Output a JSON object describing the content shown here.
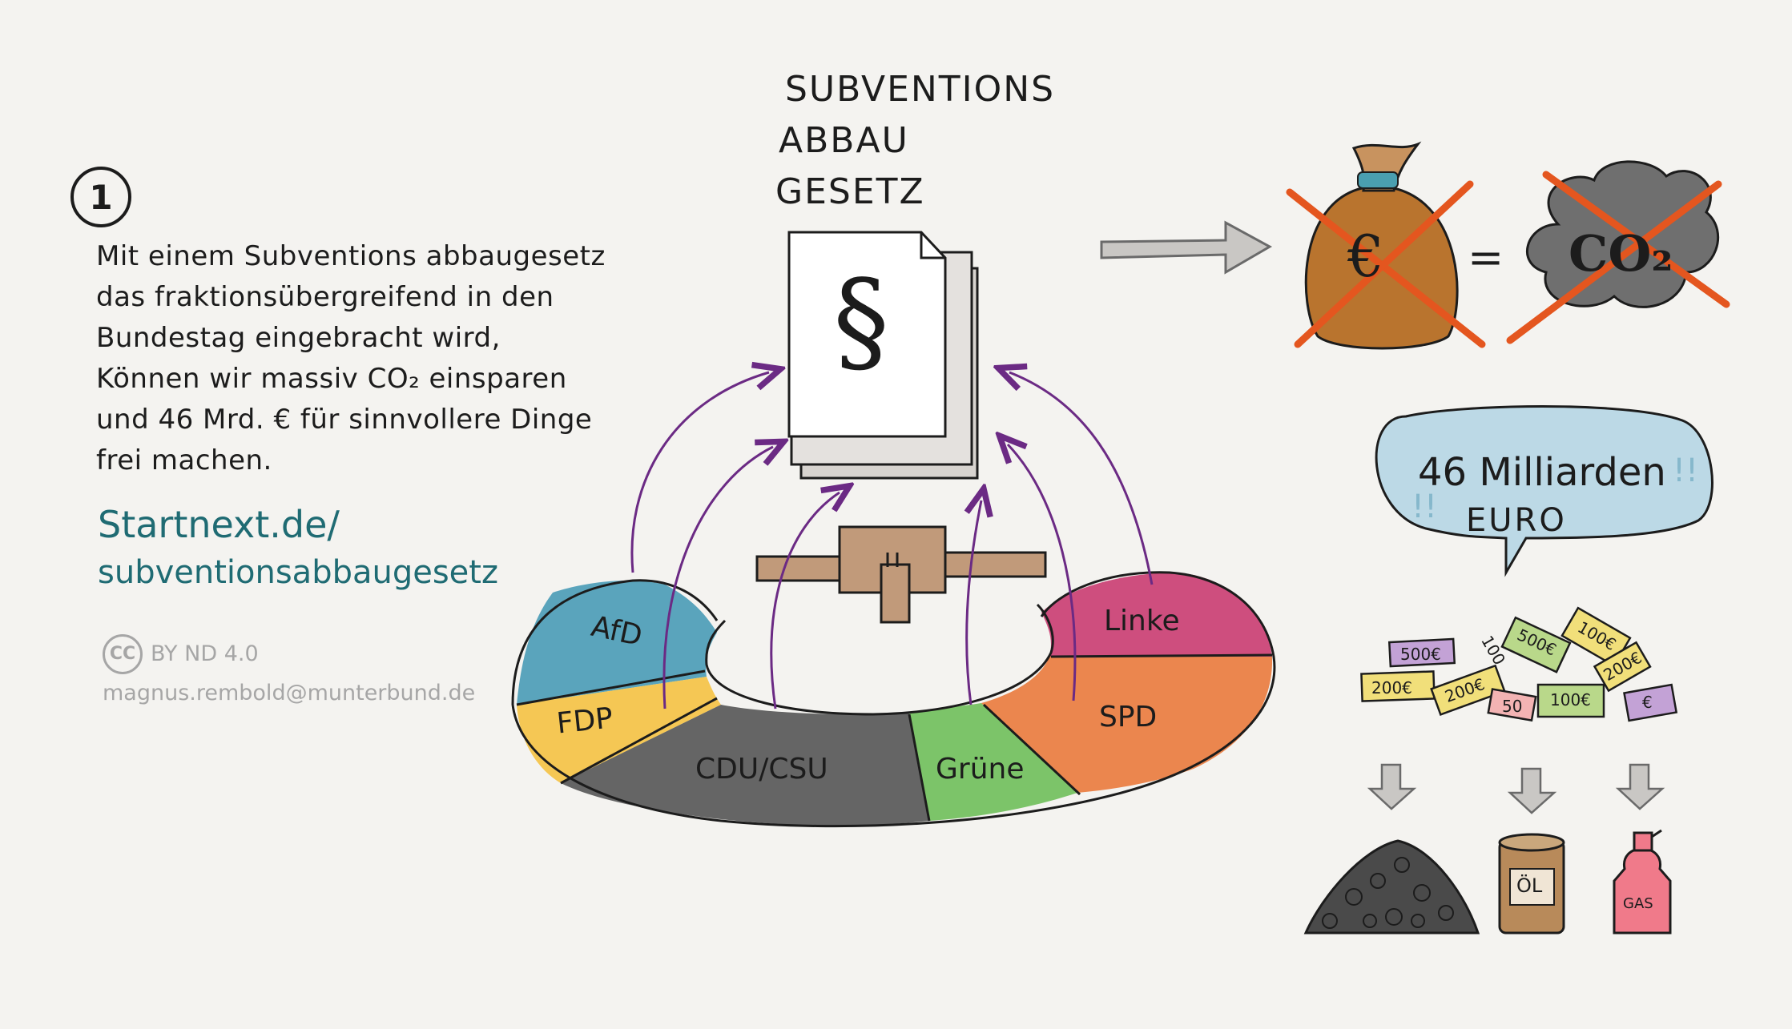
{
  "badge": "1",
  "intro_lines": [
    "Mit einem Subventions abbaugesetz",
    "das fraktionsübergreifend in den",
    "Bundestag eingebracht wird,",
    "Können wir massiv CO₂ einsparen",
    "und 46 Mrd. € für sinnvollere Dinge",
    "frei machen."
  ],
  "link": {
    "line1": "Startnext.de/",
    "line2": "subventionsabbaugesetz"
  },
  "license": {
    "cc": "CC",
    "terms": "BY ND 4.0",
    "author": "magnus.rembold@munterbund.de"
  },
  "law_title": [
    "SUBVENTIONS",
    "ABBAU",
    "GESETZ"
  ],
  "law_symbol": "§",
  "parties": {
    "afd": "AfD",
    "fdp": "FDP",
    "cdu": "CDU/CSU",
    "gruene": "Grüne",
    "spd": "SPD",
    "linke": "Linke"
  },
  "equation": {
    "money": "€",
    "equals": "=",
    "co2": "CO₂"
  },
  "bubble": {
    "line1": "46 Milliarden",
    "line2": "EURO",
    "marks": "!!"
  },
  "bills": [
    "500€",
    "500€",
    "100€",
    "200€",
    "200€",
    "200€",
    "100€",
    "50",
    "100",
    "€"
  ],
  "resources": {
    "oil": "ÖL",
    "gas": "GAS"
  },
  "colors": {
    "afd": "#3e95b3",
    "fdp": "#f5c242",
    "cdu": "#555555",
    "gruene": "#6fbf5a",
    "spd": "#ea7a3c",
    "linke": "#c7306a",
    "arrow": "#6b2a84",
    "link": "#1f6b73",
    "cross": "#e4561f",
    "bag": "#b9742e",
    "cloud": "#6f6f6f",
    "bubble": "#bcd9e6"
  }
}
